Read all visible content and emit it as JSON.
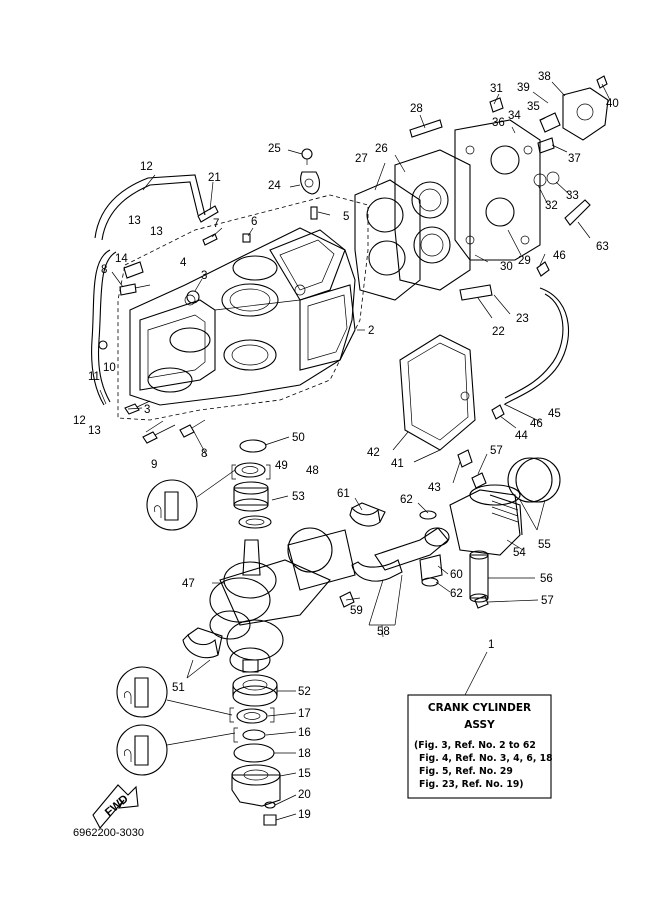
{
  "diagram_code": "6962200-3030",
  "fwd_label": "FWD",
  "info_box": {
    "title_line1": "CRANK CYLINDER",
    "title_line2": "ASSY",
    "refs": [
      "(Fig. 3, Ref. No. 2 to 62",
      "Fig. 4, Ref. No. 3, 4, 6, 18",
      "Fig. 5, Ref. No. 29",
      "Fig. 23, Ref. No. 19)"
    ]
  },
  "callouts": [
    {
      "id": "1",
      "text": "1"
    },
    {
      "id": "2",
      "text": "2"
    },
    {
      "id": "3a",
      "text": "3"
    },
    {
      "id": "3b",
      "text": "3"
    },
    {
      "id": "4",
      "text": "4"
    },
    {
      "id": "5",
      "text": "5"
    },
    {
      "id": "6",
      "text": "6"
    },
    {
      "id": "7",
      "text": "7"
    },
    {
      "id": "8a",
      "text": "8"
    },
    {
      "id": "8b",
      "text": "8"
    },
    {
      "id": "9",
      "text": "9"
    },
    {
      "id": "10",
      "text": "10"
    },
    {
      "id": "11",
      "text": "11"
    },
    {
      "id": "12a",
      "text": "12"
    },
    {
      "id": "12b",
      "text": "12"
    },
    {
      "id": "13a",
      "text": "13"
    },
    {
      "id": "13b",
      "text": "13"
    },
    {
      "id": "13c",
      "text": "13"
    },
    {
      "id": "14",
      "text": "14"
    },
    {
      "id": "15",
      "text": "15"
    },
    {
      "id": "16",
      "text": "16"
    },
    {
      "id": "17",
      "text": "17"
    },
    {
      "id": "18",
      "text": "18"
    },
    {
      "id": "19",
      "text": "19"
    },
    {
      "id": "20",
      "text": "20"
    },
    {
      "id": "21",
      "text": "21"
    },
    {
      "id": "22",
      "text": "22"
    },
    {
      "id": "23",
      "text": "23"
    },
    {
      "id": "24",
      "text": "24"
    },
    {
      "id": "25",
      "text": "25"
    },
    {
      "id": "26",
      "text": "26"
    },
    {
      "id": "27",
      "text": "27"
    },
    {
      "id": "28",
      "text": "28"
    },
    {
      "id": "29",
      "text": "29"
    },
    {
      "id": "30",
      "text": "30"
    },
    {
      "id": "31",
      "text": "31"
    },
    {
      "id": "32",
      "text": "32"
    },
    {
      "id": "33",
      "text": "33"
    },
    {
      "id": "34",
      "text": "34"
    },
    {
      "id": "35",
      "text": "35"
    },
    {
      "id": "36",
      "text": "36"
    },
    {
      "id": "37",
      "text": "37"
    },
    {
      "id": "38",
      "text": "38"
    },
    {
      "id": "39",
      "text": "39"
    },
    {
      "id": "40",
      "text": "40"
    },
    {
      "id": "41",
      "text": "41"
    },
    {
      "id": "42",
      "text": "42"
    },
    {
      "id": "43",
      "text": "43"
    },
    {
      "id": "44",
      "text": "44"
    },
    {
      "id": "45",
      "text": "45"
    },
    {
      "id": "46a",
      "text": "46"
    },
    {
      "id": "46b",
      "text": "46"
    },
    {
      "id": "47",
      "text": "47"
    },
    {
      "id": "48",
      "text": "48"
    },
    {
      "id": "49",
      "text": "49"
    },
    {
      "id": "50",
      "text": "50"
    },
    {
      "id": "51",
      "text": "51"
    },
    {
      "id": "52",
      "text": "52"
    },
    {
      "id": "53",
      "text": "53"
    },
    {
      "id": "54",
      "text": "54"
    },
    {
      "id": "55",
      "text": "55"
    },
    {
      "id": "56",
      "text": "56"
    },
    {
      "id": "57a",
      "text": "57"
    },
    {
      "id": "57b",
      "text": "57"
    },
    {
      "id": "58",
      "text": "58"
    },
    {
      "id": "59",
      "text": "59"
    },
    {
      "id": "60",
      "text": "60"
    },
    {
      "id": "61",
      "text": "61"
    },
    {
      "id": "62a",
      "text": "62"
    },
    {
      "id": "62b",
      "text": "62"
    },
    {
      "id": "63",
      "text": "63"
    }
  ]
}
